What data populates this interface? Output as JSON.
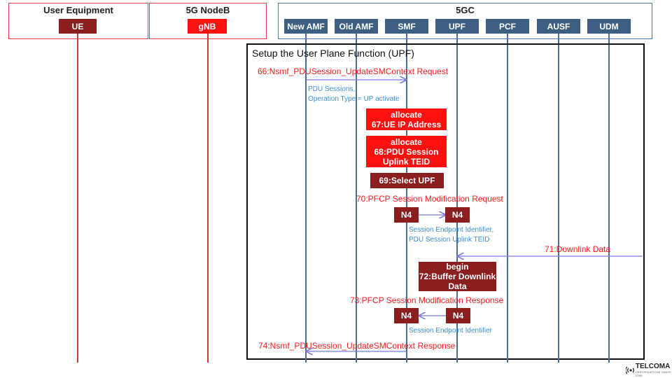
{
  "groups": {
    "ue_group": "User Equipment",
    "gnb_group": "5G NodeB",
    "core_group": "5GC"
  },
  "nodes": {
    "ue": "UE",
    "gnb": "gNB",
    "new_amf": "New AMF",
    "old_amf": "Old AMF",
    "smf": "SMF",
    "upf": "UPF",
    "pcf": "PCF",
    "ausf": "AUSF",
    "udm": "UDM"
  },
  "frame": {
    "title": "Setup the User Plane Function (UPF)"
  },
  "messages": {
    "m66": "66:Nsmf_PDUSession_UpdateSMContext Request",
    "m66_note_1": "PDU Sessions,",
    "m66_note_2": "Operation Type = UP activate",
    "m67_1": "allocate",
    "m67_2": "67:UE IP Address",
    "m68_1": "allocate",
    "m68_2": "68:PDU Session",
    "m68_3": "Uplink TEID",
    "m69": "69:Select UPF",
    "m70": "70:PFCP Session Modification Request",
    "n4": "N4",
    "m70_note_1": "Session Endpoint Identifier,",
    "m70_note_2": "PDU Session Uplink TEID",
    "m71": "71:Downlink Data",
    "m72_1": "begin",
    "m72_2": "72:Buffer Downlink",
    "m72_3": "Data",
    "m73": "73:PFCP Session Modification Response",
    "m73_note": "Session Endpoint Identifier",
    "m74": "74:Nsmf_PDUSession_UpdateSMContext Response"
  },
  "logo": {
    "name": "TELCOMA",
    "tagline": "CERTIFICATIONS SINCE 2009"
  },
  "colors": {
    "accent_red": "#ff1010",
    "dark_red": "#8b1e1e",
    "steel_blue": "#3d5f82",
    "note_blue": "#3a8fd8"
  }
}
